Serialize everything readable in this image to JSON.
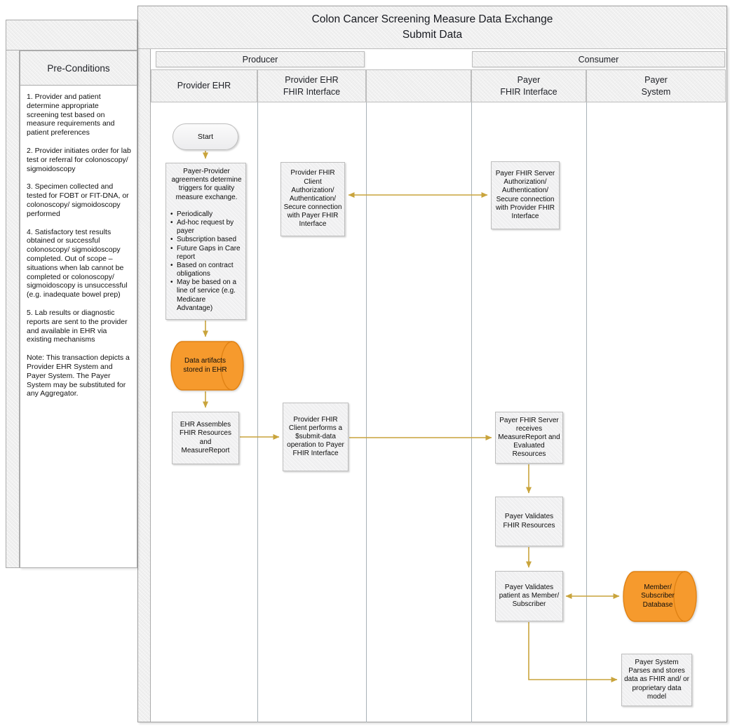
{
  "diagram": {
    "title_line1": "Colon Cancer Screening Measure Data Exchange",
    "title_line2": "Submit Data"
  },
  "preconditions": {
    "title": "Pre-Conditions",
    "items": [
      "1. Provider and patient determine appropriate screening test based on measure requirements and patient preferences",
      "2. Provider initiates order for lab test or referral for colonoscopy/ sigmoidoscopy",
      "3. Specimen collected and tested for FOBT or FIT-DNA, or colonoscopy/ sigmoidoscopy performed",
      "4. Satisfactory test results obtained or successful colonoscopy/ sigmoidoscopy completed. Out of scope – situations when lab cannot be completed or colonoscopy/ sigmoidoscopy is unsuccessful (e.g. inadequate bowel prep)",
      "5. Lab results or diagnostic reports are sent to the provider and available in EHR via existing mechanisms",
      "Note: This transaction depicts a Provider EHR System and Payer System. The Payer System may be substituted for any Aggregator."
    ]
  },
  "groups": {
    "producer": "Producer",
    "consumer": "Consumer"
  },
  "lanes": [
    {
      "line1": "Provider EHR",
      "line2": ""
    },
    {
      "line1": "Provider EHR",
      "line2": "FHIR Interface"
    },
    {
      "line1": "",
      "line2": ""
    },
    {
      "line1": "Payer",
      "line2": "FHIR Interface"
    },
    {
      "line1": "Payer",
      "line2": "System"
    }
  ],
  "nodes": {
    "start": "Start",
    "agreements": {
      "heading": "Payer-Provider agreements determine triggers for quality measure exchange.",
      "bullets": [
        "Periodically",
        "Ad-hoc request by payer",
        "Subscription based",
        "Future Gaps in Care report",
        "Based on contract obligations",
        "May be based on a line of service (e.g. Medicare Advantage)"
      ]
    },
    "data_artifacts": "Data artifacts stored in EHR",
    "ehr_assembles": "EHR Assembles FHIR Resources and MeasureReport",
    "provider_auth": "Provider FHIR Client Authorization/ Authentication/ Secure connection with Payer FHIR Interface",
    "provider_submit": "Provider FHIR Client performs a $submit-data operation to Payer FHIR Interface",
    "payer_auth": "Payer FHIR Server Authorization/ Authentication/ Secure connection with Provider FHIR Interface",
    "payer_receives": "Payer FHIR Server receives MeasureReport and Evaluated Resources",
    "payer_validates_fhir": "Payer Validates FHIR Resources",
    "payer_validates_patient": "Payer Validates patient as Member/ Subscriber",
    "member_db": "Member/ Subscriber Database",
    "payer_parses": "Payer System Parses and stores data as FHIR and/ or proprietary data model"
  },
  "colors": {
    "arrow": "#C9A43C",
    "cylinder_fill": "#F69A2D",
    "cylinder_stroke": "#E08214",
    "box_fill": "#F2F2F2",
    "box_border": "#BDBDBD",
    "lane_line": "#A9B2B7"
  }
}
